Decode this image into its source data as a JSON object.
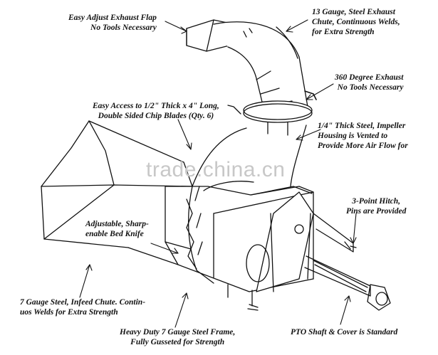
{
  "callouts": {
    "exhaust_flap": [
      "Easy Adjust Exhaust Flap",
      "No Tools Necessary"
    ],
    "exhaust_chute": [
      "13 Gauge, Steel Exhaust",
      "Chute, Continuous Welds,",
      "for Extra Strength"
    ],
    "exhaust_360": [
      "360 Degree Exhaust",
      "No Tools Necessary"
    ],
    "chip_blades": [
      "Easy Access to 1/2\" Thick x 4\" Long,",
      "Double Sided Chip Blades (Qty. 6)"
    ],
    "impeller_housing": [
      "1/4\" Thick Steel, Impeller",
      "Housing is Vented to",
      "Provide More Air Flow for"
    ],
    "hitch": [
      "3-Point Hitch,",
      "Pins are Provided"
    ],
    "bed_knife": [
      "Adjustable, Sharp-",
      "enable Bed Knife"
    ],
    "infeed_chute": [
      "7 Gauge Steel, Infeed Chute.  Contin-",
      "uos Welds for Extra Strength"
    ],
    "frame": [
      "Heavy Duty 7 Gauge Steel Frame,",
      "Fully Gusseted for Strength"
    ],
    "pto_shaft": [
      "PTO Shaft & Cover is Standard"
    ]
  },
  "watermark": "trade.china.cn",
  "colors": {
    "ink": "#111111",
    "watermark": "#c8c8c8",
    "background": "#ffffff"
  }
}
